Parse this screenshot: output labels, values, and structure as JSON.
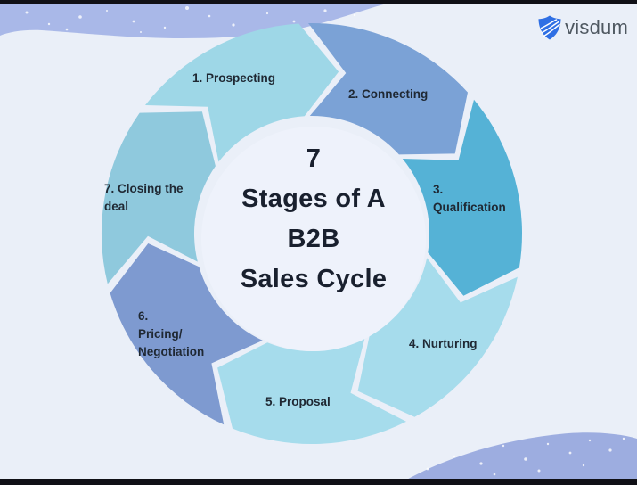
{
  "brand": {
    "name": "visdum",
    "icon": "visdum-shield-icon"
  },
  "diagram": {
    "center_title": "7\nStages of A\nB2B\nSales Cycle",
    "cycle": {
      "type": "cycle",
      "direction": "clockwise",
      "stage_count": 7,
      "stages": [
        {
          "id": 1,
          "label": "1. Prospecting",
          "color": "#9ed7e7"
        },
        {
          "id": 2,
          "label": "2. Connecting",
          "color": "#7ba2d6"
        },
        {
          "id": 3,
          "label": "3.\nQualification",
          "color": "#55b2d6"
        },
        {
          "id": 4,
          "label": "4. Nurturing",
          "color": "#a6dcec"
        },
        {
          "id": 5,
          "label": "5. Proposal",
          "color": "#a6dcec"
        },
        {
          "id": 6,
          "label": "6.\nPricing/\nNegotiation",
          "color": "#7e9ad0"
        },
        {
          "id": 7,
          "label": "7. Closing the\ndeal",
          "color": "#8fc9dd"
        }
      ]
    }
  },
  "colors": {
    "background": "#eaeff8",
    "center_circle": "#eef2fb",
    "decor_band": "#a9b8e8",
    "decor_wave": "#9dade0",
    "edge_bar": "#101016",
    "label_text": "#1f2833",
    "title_text": "#19202e",
    "brand_text": "#4f5861",
    "brand_icon": "#2f6fe4"
  }
}
